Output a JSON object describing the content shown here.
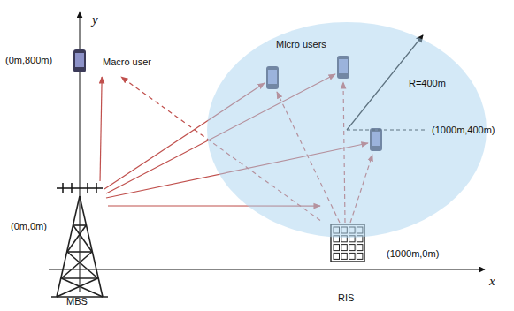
{
  "diagram": {
    "nodes": [
      {
        "text": [
          "Macro user"
        ]
      },
      {
        "text": [
          "Micro users"
        ]
      },
      {
        "text": [
          "MBS"
        ]
      },
      {
        "text": [
          "RIS"
        ]
      }
    ],
    "edges": [
      {
        "from": 2,
        "to": 0,
        "arrow": "to"
      },
      {
        "from": 2,
        "to": 3,
        "arrow": "to"
      },
      {
        "from": 3,
        "to": 0,
        "arrow": "to"
      }
    ],
    "labels": [
      "y",
      "(0m,800m)",
      "R=400m",
      "(1000m,400m)",
      "(0m,0m)",
      "(1000m,0m)",
      "x"
    ]
  }
}
